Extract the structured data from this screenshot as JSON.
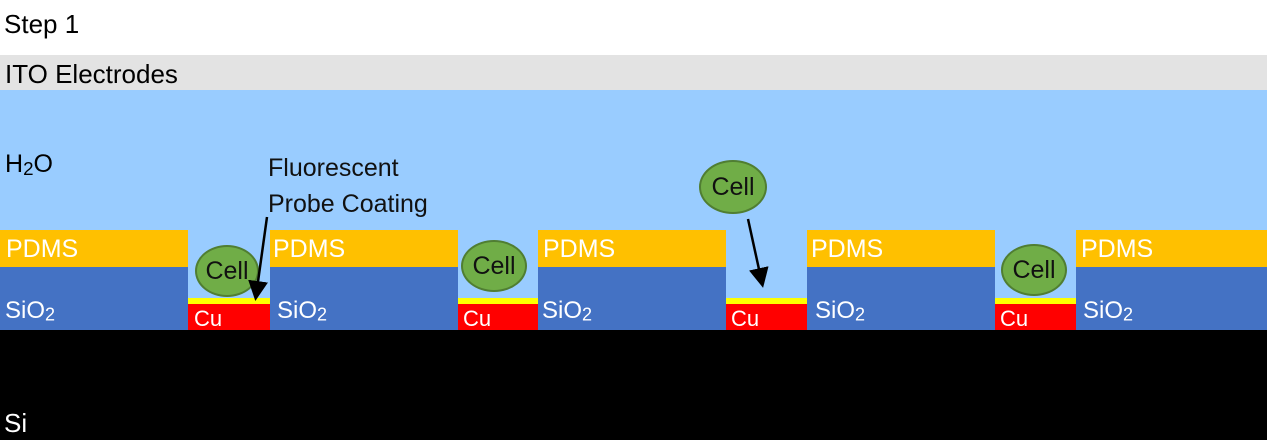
{
  "step_title": "Step 1",
  "ito_label": "ITO Electrodes",
  "water_label": {
    "main": "H",
    "sub": "2",
    "tail": "O"
  },
  "pdms_label": "PDMS",
  "sio2_label": {
    "main": "SiO",
    "sub": "2"
  },
  "cu_label": "Cu",
  "cell_label": "Cell",
  "si_label": "Si",
  "probe_annotation": [
    "Fluorescent",
    "Probe Coating"
  ],
  "colors": {
    "ito": "#E3E3E3",
    "water": "#99CCFF",
    "pdms": "#FFC000",
    "sio2": "#4472C4",
    "cu": "#FF0000",
    "coating": "#FFFF00",
    "cell": "#70AD47",
    "si": "#000000"
  }
}
